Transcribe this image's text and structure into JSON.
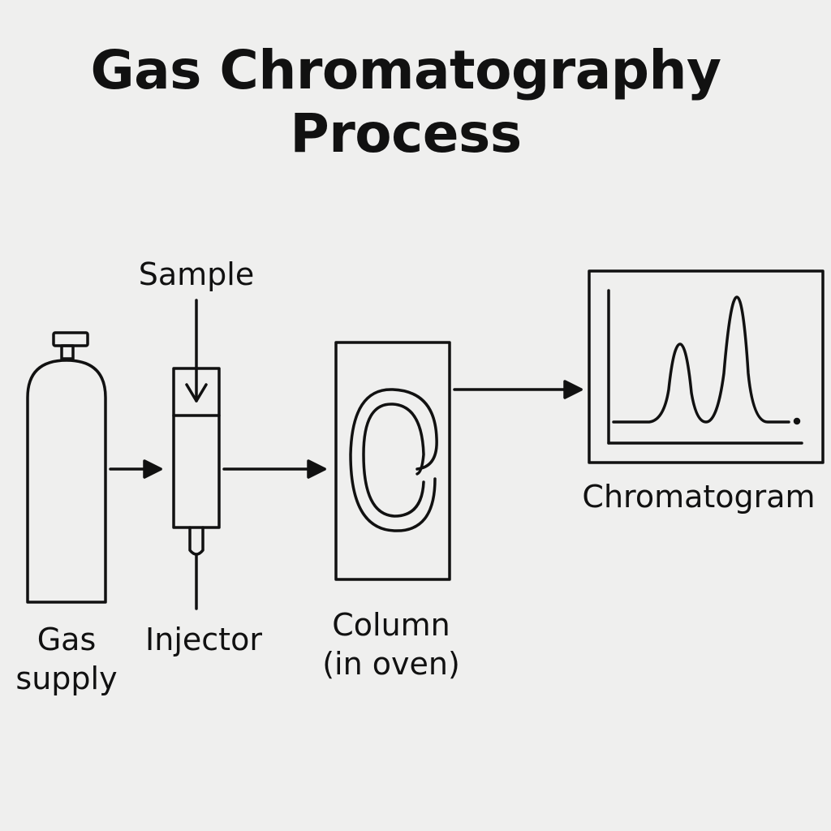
{
  "title": {
    "line1": "Gas Chromatography",
    "line2": "Process"
  },
  "labels": {
    "sample": "Sample",
    "gas_supply_line1": "Gas",
    "gas_supply_line2": "supply",
    "injector": "Injector",
    "column_line1": "Column",
    "column_line2": "(in oven)",
    "chromatogram": "Chromatogram"
  },
  "icons": {
    "gas_supply": "gas-cylinder-icon",
    "injector": "injector-icon",
    "column": "coiled-column-icon",
    "chromatogram": "chromatogram-plot-icon"
  },
  "colors": {
    "background": "#efefee",
    "ink": "#111111"
  }
}
